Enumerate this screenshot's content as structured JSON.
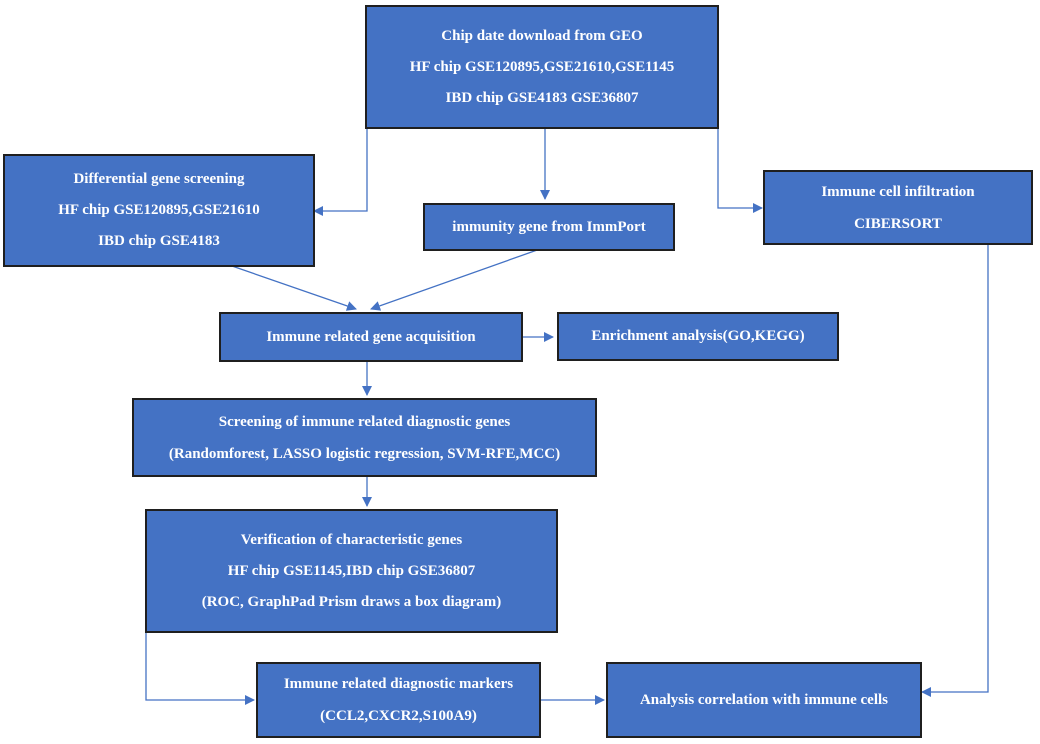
{
  "nodes": {
    "geo": {
      "lines": [
        "Chip date download from GEO",
        "HF chip GSE120895,GSE21610,GSE1145",
        "IBD chip GSE4183 GSE36807"
      ]
    },
    "deg": {
      "lines": [
        "Differential gene screening",
        "HF chip GSE120895,GSE21610",
        "IBD chip GSE4183"
      ]
    },
    "immport": {
      "lines": [
        "immunity gene from ImmPort"
      ]
    },
    "infiltration": {
      "lines": [
        "Immune cell infiltration",
        "CIBERSORT"
      ]
    },
    "acquisition": {
      "lines": [
        "Immune related gene acquisition"
      ]
    },
    "enrichment": {
      "lines": [
        "Enrichment analysis(GO,KEGG)"
      ]
    },
    "screening": {
      "lines": [
        "Screening of immune related diagnostic genes",
        "(Randomforest, LASSO logistic regression, SVM-RFE,MCC)"
      ]
    },
    "verification": {
      "lines": [
        "Verification of characteristic genes",
        "HF chip GSE1145,IBD chip GSE36807",
        "(ROC, GraphPad Prism draws a box diagram)"
      ]
    },
    "markers": {
      "lines": [
        "Immune related diagnostic markers",
        "(CCL2,CXCR2,S100A9)"
      ]
    },
    "correlation": {
      "lines": [
        "Analysis  correlation with immune cells"
      ]
    }
  },
  "colors": {
    "box_fill": "#4472c4",
    "box_border": "#1f1f1f",
    "box_text": "#ffffff",
    "connector": "#4472c4"
  }
}
